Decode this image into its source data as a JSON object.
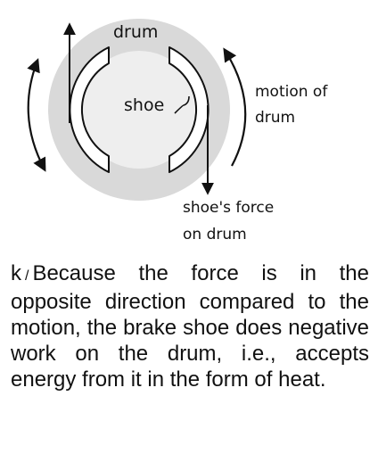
{
  "figure": {
    "labels": {
      "drum": "drum",
      "shoe": "shoe",
      "motion_line1": "motion of",
      "motion_line2": "drum",
      "force_line1": "shoe's force",
      "force_line2": "on drum"
    },
    "colors": {
      "drum_fill": "#d9d9d9",
      "inner_fill": "#eeeeee",
      "stroke": "#111111"
    }
  },
  "caption": {
    "label": "k",
    "separator": "/",
    "text": "Because the force is in the opposite direction compared to the motion, the brake shoe does negative work on the drum, i.e., accepts energy from it in the form of heat."
  }
}
